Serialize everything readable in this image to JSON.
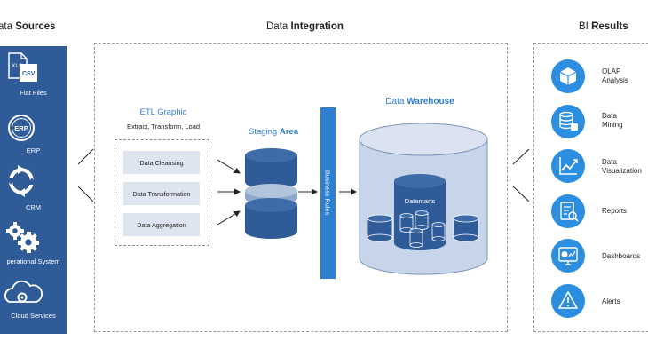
{
  "headers": {
    "sources_prefix": "ata ",
    "sources_bold": "Sources",
    "integration_prefix": "Data ",
    "integration_bold": "Integration",
    "results_prefix": "BI ",
    "results_bold": "Results"
  },
  "sources": {
    "flat_files": {
      "label": "Flat Files",
      "badge_xls": "XLS",
      "badge_csv": "CSV"
    },
    "erp": {
      "label": "ERP",
      "badge": "ERP"
    },
    "crm": {
      "label": "CRM"
    },
    "operational_system": {
      "label": "perational System"
    },
    "cloud_services": {
      "label": "Cloud Services"
    }
  },
  "etl": {
    "title": "ETL Graphic",
    "subtitle": "Extract, Transform, Load",
    "steps": [
      "Data Cleansing",
      "Data Transformation",
      "Data Aggregation"
    ]
  },
  "staging": {
    "prefix": "Staging ",
    "bold": "Area"
  },
  "business_rules": "Business Rules",
  "warehouse": {
    "prefix": "Data ",
    "bold": "Warehouse",
    "datamarts": "Datamarts"
  },
  "results": [
    {
      "line1": "OLAP",
      "line2": "Analysis",
      "icon": "cube-icon"
    },
    {
      "line1": "Data",
      "line2": "Mining",
      "icon": "database-icon"
    },
    {
      "line1": "Data",
      "line2": "Visualization",
      "icon": "line-chart-icon"
    },
    {
      "line1": "Reports",
      "line2": "",
      "icon": "report-icon"
    },
    {
      "line1": "Dashboards",
      "line2": "",
      "icon": "dashboard-icon"
    },
    {
      "line1": "Alerts",
      "line2": "",
      "icon": "alert-icon"
    }
  ],
  "colors": {
    "navy": "#2f5b98",
    "accent_blue": "#2f7fd1",
    "result_circle": "#2c8ee0",
    "step_fill": "#dfe5f0",
    "warehouse_fill": "#c7d5ea"
  }
}
